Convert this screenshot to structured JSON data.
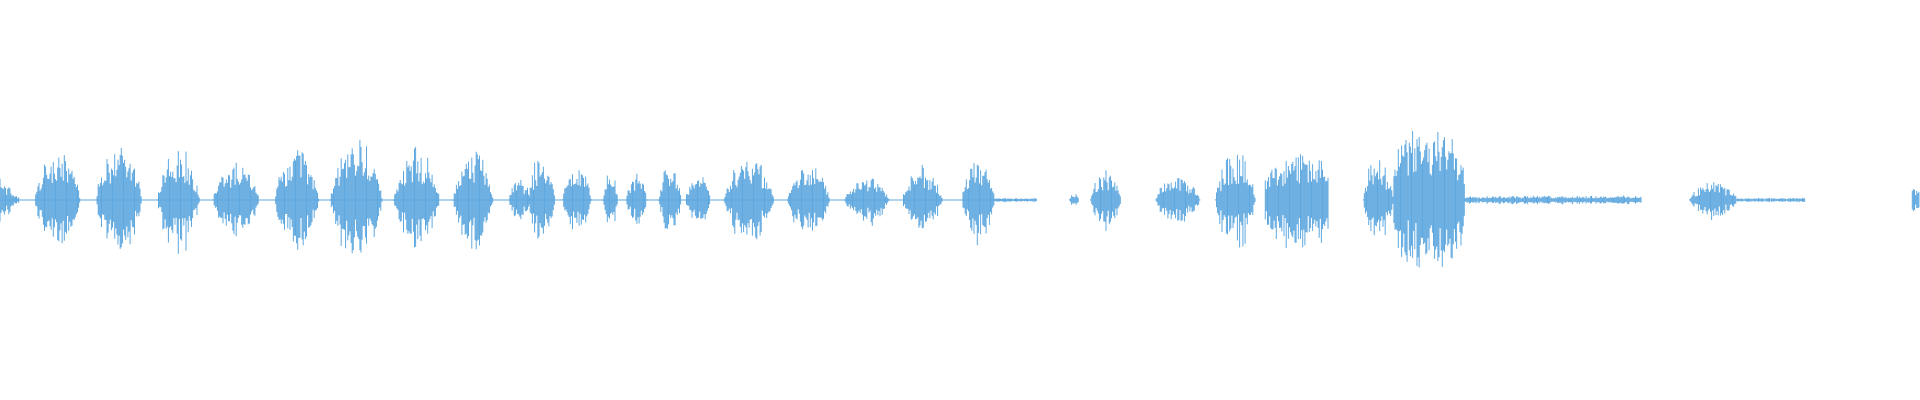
{
  "waveform": {
    "color": "#5fa8df",
    "background": "#ffffff",
    "segments": [
      {
        "start": 0.0,
        "end": 0.01,
        "amp": 0.11,
        "shape": "tail"
      },
      {
        "start": 0.018,
        "end": 0.042,
        "amp": 0.22,
        "shape": "burst"
      },
      {
        "start": 0.05,
        "end": 0.074,
        "amp": 0.29,
        "shape": "burst"
      },
      {
        "start": 0.082,
        "end": 0.104,
        "amp": 0.27,
        "shape": "burst"
      },
      {
        "start": 0.111,
        "end": 0.135,
        "amp": 0.18,
        "shape": "burst"
      },
      {
        "start": 0.143,
        "end": 0.166,
        "amp": 0.24,
        "shape": "burst"
      },
      {
        "start": 0.172,
        "end": 0.199,
        "amp": 0.29,
        "shape": "burst"
      },
      {
        "start": 0.205,
        "end": 0.229,
        "amp": 0.24,
        "shape": "burst"
      },
      {
        "start": 0.236,
        "end": 0.257,
        "amp": 0.24,
        "shape": "burst"
      },
      {
        "start": 0.265,
        "end": 0.276,
        "amp": 0.12,
        "shape": "burst"
      },
      {
        "start": 0.275,
        "end": 0.289,
        "amp": 0.22,
        "shape": "burst"
      },
      {
        "start": 0.293,
        "end": 0.308,
        "amp": 0.16,
        "shape": "burst"
      },
      {
        "start": 0.314,
        "end": 0.322,
        "amp": 0.14,
        "shape": "burst"
      },
      {
        "start": 0.326,
        "end": 0.337,
        "amp": 0.12,
        "shape": "burst"
      },
      {
        "start": 0.343,
        "end": 0.355,
        "amp": 0.18,
        "shape": "burst"
      },
      {
        "start": 0.357,
        "end": 0.37,
        "amp": 0.14,
        "shape": "burst"
      },
      {
        "start": 0.377,
        "end": 0.403,
        "amp": 0.22,
        "shape": "burst"
      },
      {
        "start": 0.41,
        "end": 0.432,
        "amp": 0.18,
        "shape": "burst"
      },
      {
        "start": 0.44,
        "end": 0.463,
        "amp": 0.12,
        "shape": "burst"
      },
      {
        "start": 0.47,
        "end": 0.491,
        "amp": 0.16,
        "shape": "burst"
      },
      {
        "start": 0.501,
        "end": 0.518,
        "amp": 0.2,
        "shape": "burst"
      },
      {
        "start": 0.518,
        "end": 0.54,
        "amp": 0.01,
        "shape": "flat"
      },
      {
        "start": 0.557,
        "end": 0.562,
        "amp": 0.03,
        "shape": "burst"
      },
      {
        "start": 0.568,
        "end": 0.584,
        "amp": 0.14,
        "shape": "burst"
      },
      {
        "start": 0.602,
        "end": 0.625,
        "amp": 0.12,
        "shape": "burst"
      },
      {
        "start": 0.633,
        "end": 0.654,
        "amp": 0.24,
        "shape": "burst"
      },
      {
        "start": 0.659,
        "end": 0.692,
        "amp": 0.22,
        "shape": "plateau"
      },
      {
        "start": 0.71,
        "end": 0.726,
        "amp": 0.22,
        "shape": "burst"
      },
      {
        "start": 0.726,
        "end": 0.763,
        "amp": 0.32,
        "shape": "plateau"
      },
      {
        "start": 0.763,
        "end": 0.855,
        "amp": 0.02,
        "shape": "flat"
      },
      {
        "start": 0.88,
        "end": 0.905,
        "amp": 0.09,
        "shape": "burst"
      },
      {
        "start": 0.905,
        "end": 0.94,
        "amp": 0.01,
        "shape": "flat"
      },
      {
        "start": 0.996,
        "end": 1.0,
        "amp": 0.06,
        "shape": "tick"
      }
    ]
  }
}
